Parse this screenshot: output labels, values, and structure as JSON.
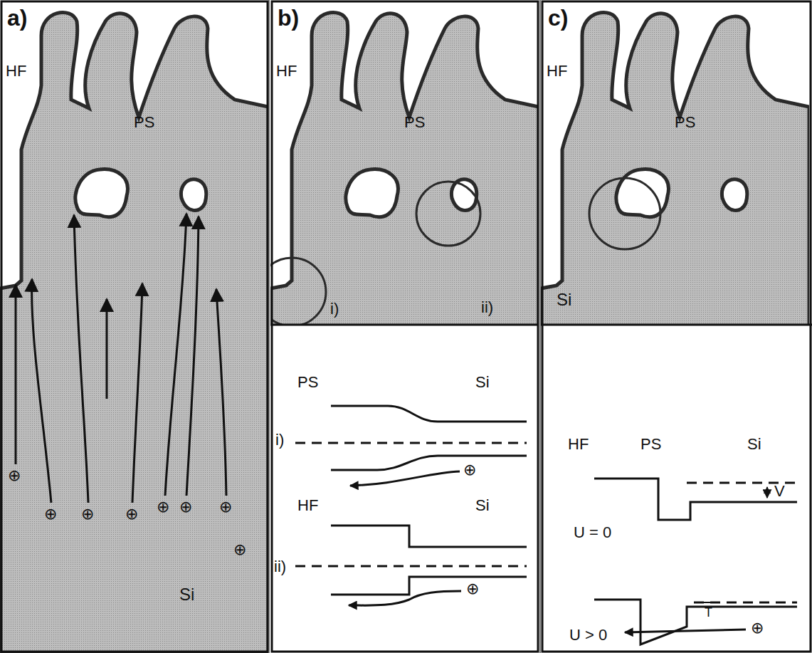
{
  "diagram": {
    "labels": [
      "a)",
      "HF",
      "PS",
      "Si",
      "⊕",
      "⊕",
      "⊕",
      "⊕",
      "⊕",
      "⊕",
      "⊕",
      "⊕",
      "b)",
      "HF",
      "PS",
      "i)",
      "ii)",
      "PS",
      "Si",
      "i)",
      "⊕",
      "HF",
      "Si",
      "ii)",
      "⊕",
      "c)",
      "HF",
      "PS",
      "Si",
      "HF",
      "PS",
      "Si",
      "U = 0",
      "V",
      "U > 0",
      "T",
      "⊕"
    ]
  }
}
